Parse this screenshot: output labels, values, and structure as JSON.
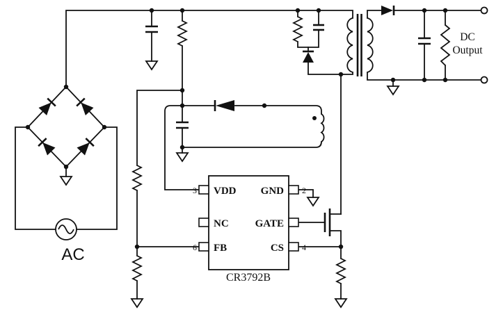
{
  "ic": {
    "part_number": "CR3792B",
    "fill_color": "#F19A6B",
    "pins": {
      "vdd": {
        "number": "3",
        "label": "VDD"
      },
      "nc": {
        "label": "NC"
      },
      "fb": {
        "number": "6",
        "label": "FB"
      },
      "gnd": {
        "number": "2",
        "label": "GND"
      },
      "gate": {
        "label": "GATE"
      },
      "cs": {
        "number": "4",
        "label": "CS"
      }
    }
  },
  "labels": {
    "ac": "AC",
    "dc_line1": "DC",
    "dc_line2": "Output"
  },
  "colors": {
    "wire": "#111111",
    "ic_fill": "#F19A6B"
  }
}
